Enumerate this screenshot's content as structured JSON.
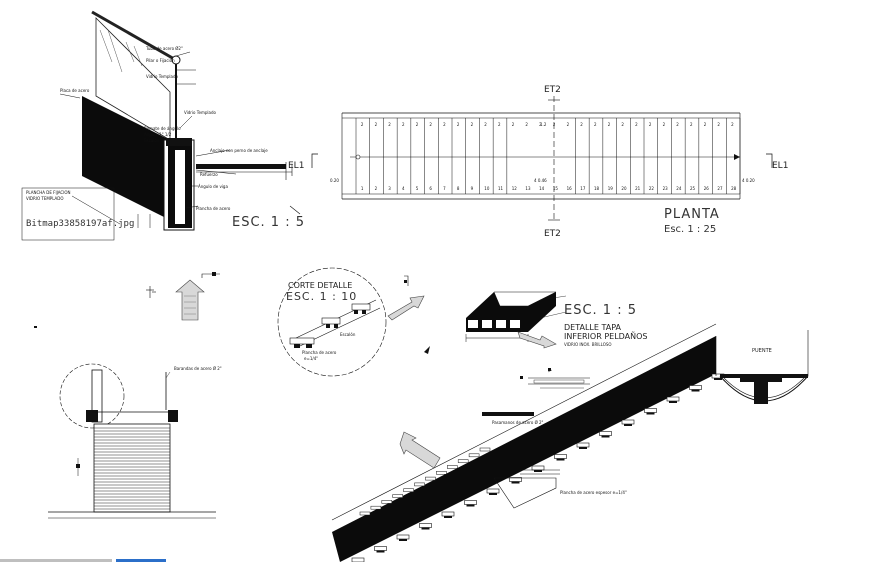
{
  "labels": {
    "el1_left": "EL1",
    "el1_right": "EL1",
    "et2_top": "ET2",
    "et2_bottom": "ET2",
    "esc_1_5_a": "ESC. 1 : 5",
    "planta": "PLANTA",
    "esc_1_25": "Esc. 1 : 25",
    "corte_detalle": "CORTE DETALLE",
    "esc_1_10": "ESC. 1 : 10",
    "esc_1_5_b": "ESC. 1 : 5",
    "detalle_tapa_1": "DETALLE TAPA",
    "detalle_tapa_2": "INFERIOR PELDAÑOS",
    "vidrio_brillo": "VIDRIO INOX. BRILLOSO",
    "puente": "PUENTE",
    "plancha_1": "PLANCHA DE FIJACION",
    "plancha_2": "VIDRIO TEMPLADO",
    "bitmap": "Bitmap33858197af.jpg",
    "tubo": "Tubo de acero Ø2\"",
    "pilar": "Pilar o Fijación",
    "vidrio_templado": "Vidrio Templado",
    "placa_acero": "Placa de acero",
    "vidrio_templado_2": "Vidrio Templado",
    "remate": "Remate de ángulo",
    "angulo_1": "Ángulo 1\" 1/2",
    "escalon": "Escalón",
    "plancha_acero": "Plancha de acero",
    "refuerzo": "Refuerzo",
    "anclaje": "Anclaje con perno de anclaje",
    "angulo_viga": "Ángulo de viga",
    "barandas": "Barandas de acero Ø 2\"",
    "pasamanos": "Pasamanos de acero Ø 2\"",
    "plancha_espesor": "Plancha de acero espesor e=1/4\""
  },
  "dimensions": {
    "top_mid": "1.2",
    "center": "4 0.46",
    "right": "4 0.20",
    "left": "0.20"
  },
  "step_numbers": [
    "1",
    "2",
    "3",
    "4",
    "5",
    "6",
    "7",
    "8",
    "9",
    "10",
    "11",
    "12",
    "13",
    "14",
    "15",
    "16",
    "17",
    "18",
    "19",
    "20",
    "21",
    "22",
    "23",
    "24",
    "25",
    "26",
    "27",
    "28"
  ]
}
